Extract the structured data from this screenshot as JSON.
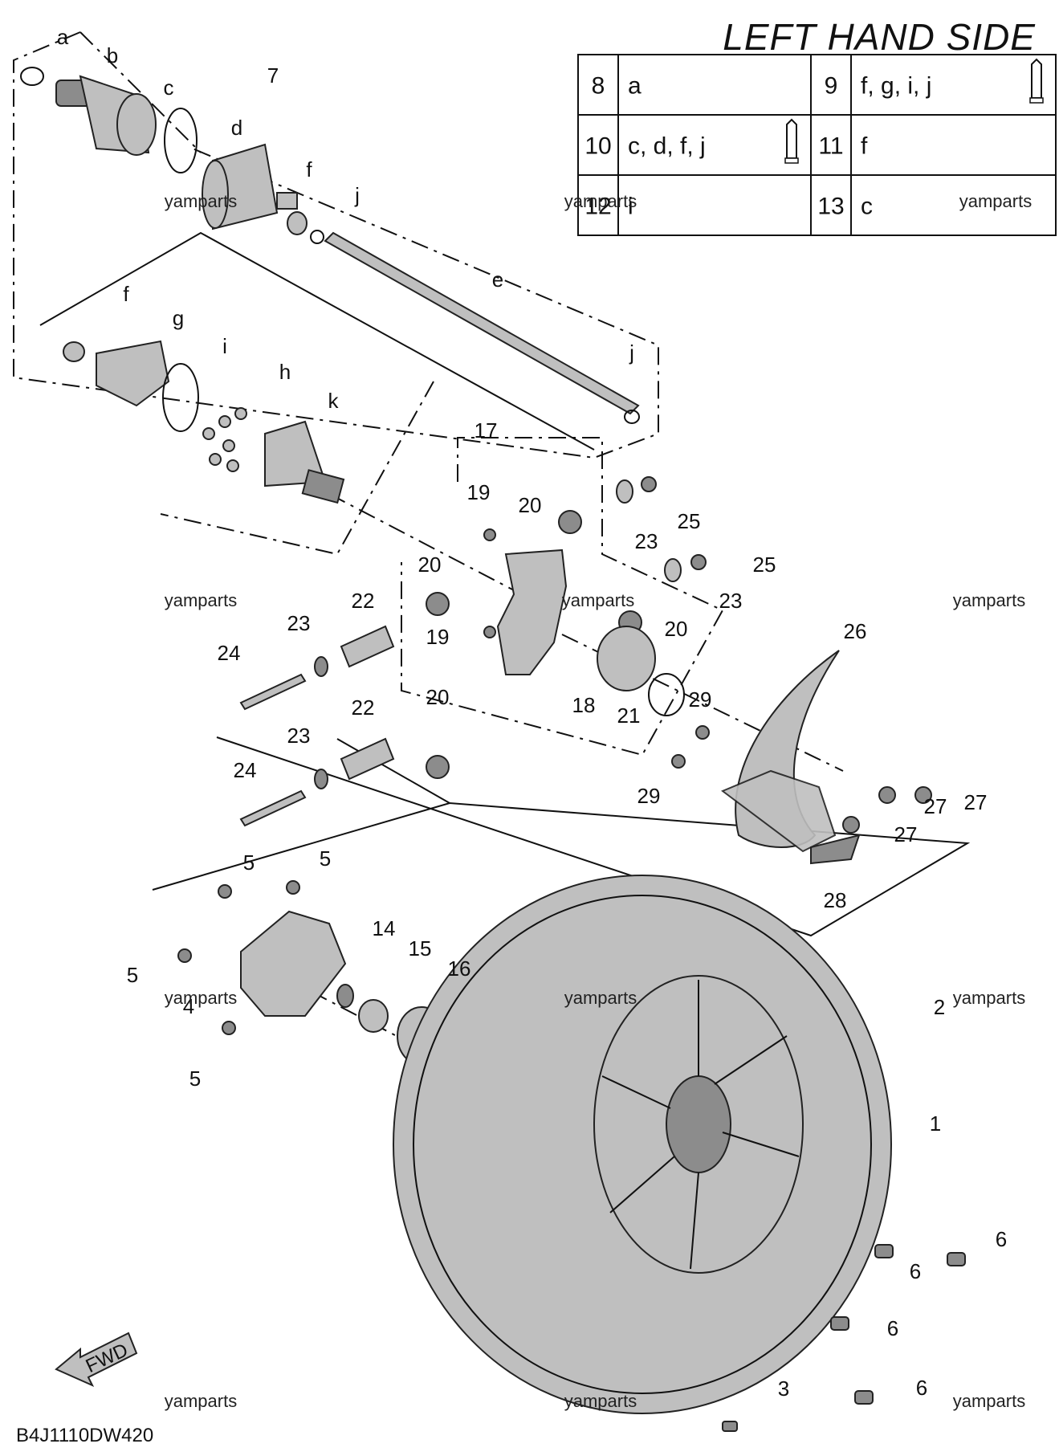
{
  "title": "LEFT HAND SIDE",
  "table": [
    [
      {
        "num": "8",
        "val": "a",
        "tube": false
      },
      {
        "num": "9",
        "val": "f, g, i, j",
        "tube": true
      }
    ],
    [
      {
        "num": "10",
        "val": "c, d, f, j",
        "tube": true
      },
      {
        "num": "11",
        "val": "f",
        "tube": false
      }
    ],
    [
      {
        "num": "12",
        "val": "i",
        "tube": false
      },
      {
        "num": "13",
        "val": "c",
        "tube": false
      }
    ]
  ],
  "letters": [
    "a",
    "b",
    "c",
    "d",
    "f",
    "j",
    "e",
    "f",
    "g",
    "i",
    "h",
    "k",
    "j"
  ],
  "callouts": [
    "7",
    "17",
    "19",
    "20",
    "25",
    "23",
    "25",
    "23",
    "20",
    "20",
    "19",
    "22",
    "23",
    "24",
    "18",
    "21",
    "26",
    "20",
    "22",
    "23",
    "24",
    "29",
    "29",
    "27",
    "27",
    "27",
    "28",
    "5",
    "5",
    "14",
    "15",
    "16",
    "5",
    "4",
    "5",
    "2",
    "1",
    "6",
    "6",
    "6",
    "6",
    "3"
  ],
  "watermark": "yamparts",
  "diagram_code": "B4J1110DW420",
  "fwd_label": "FWD",
  "colors": {
    "ink": "#111111",
    "part_fill": "#bfbfbf",
    "part_dark": "#8c8c8c",
    "background": "#ffffff"
  }
}
